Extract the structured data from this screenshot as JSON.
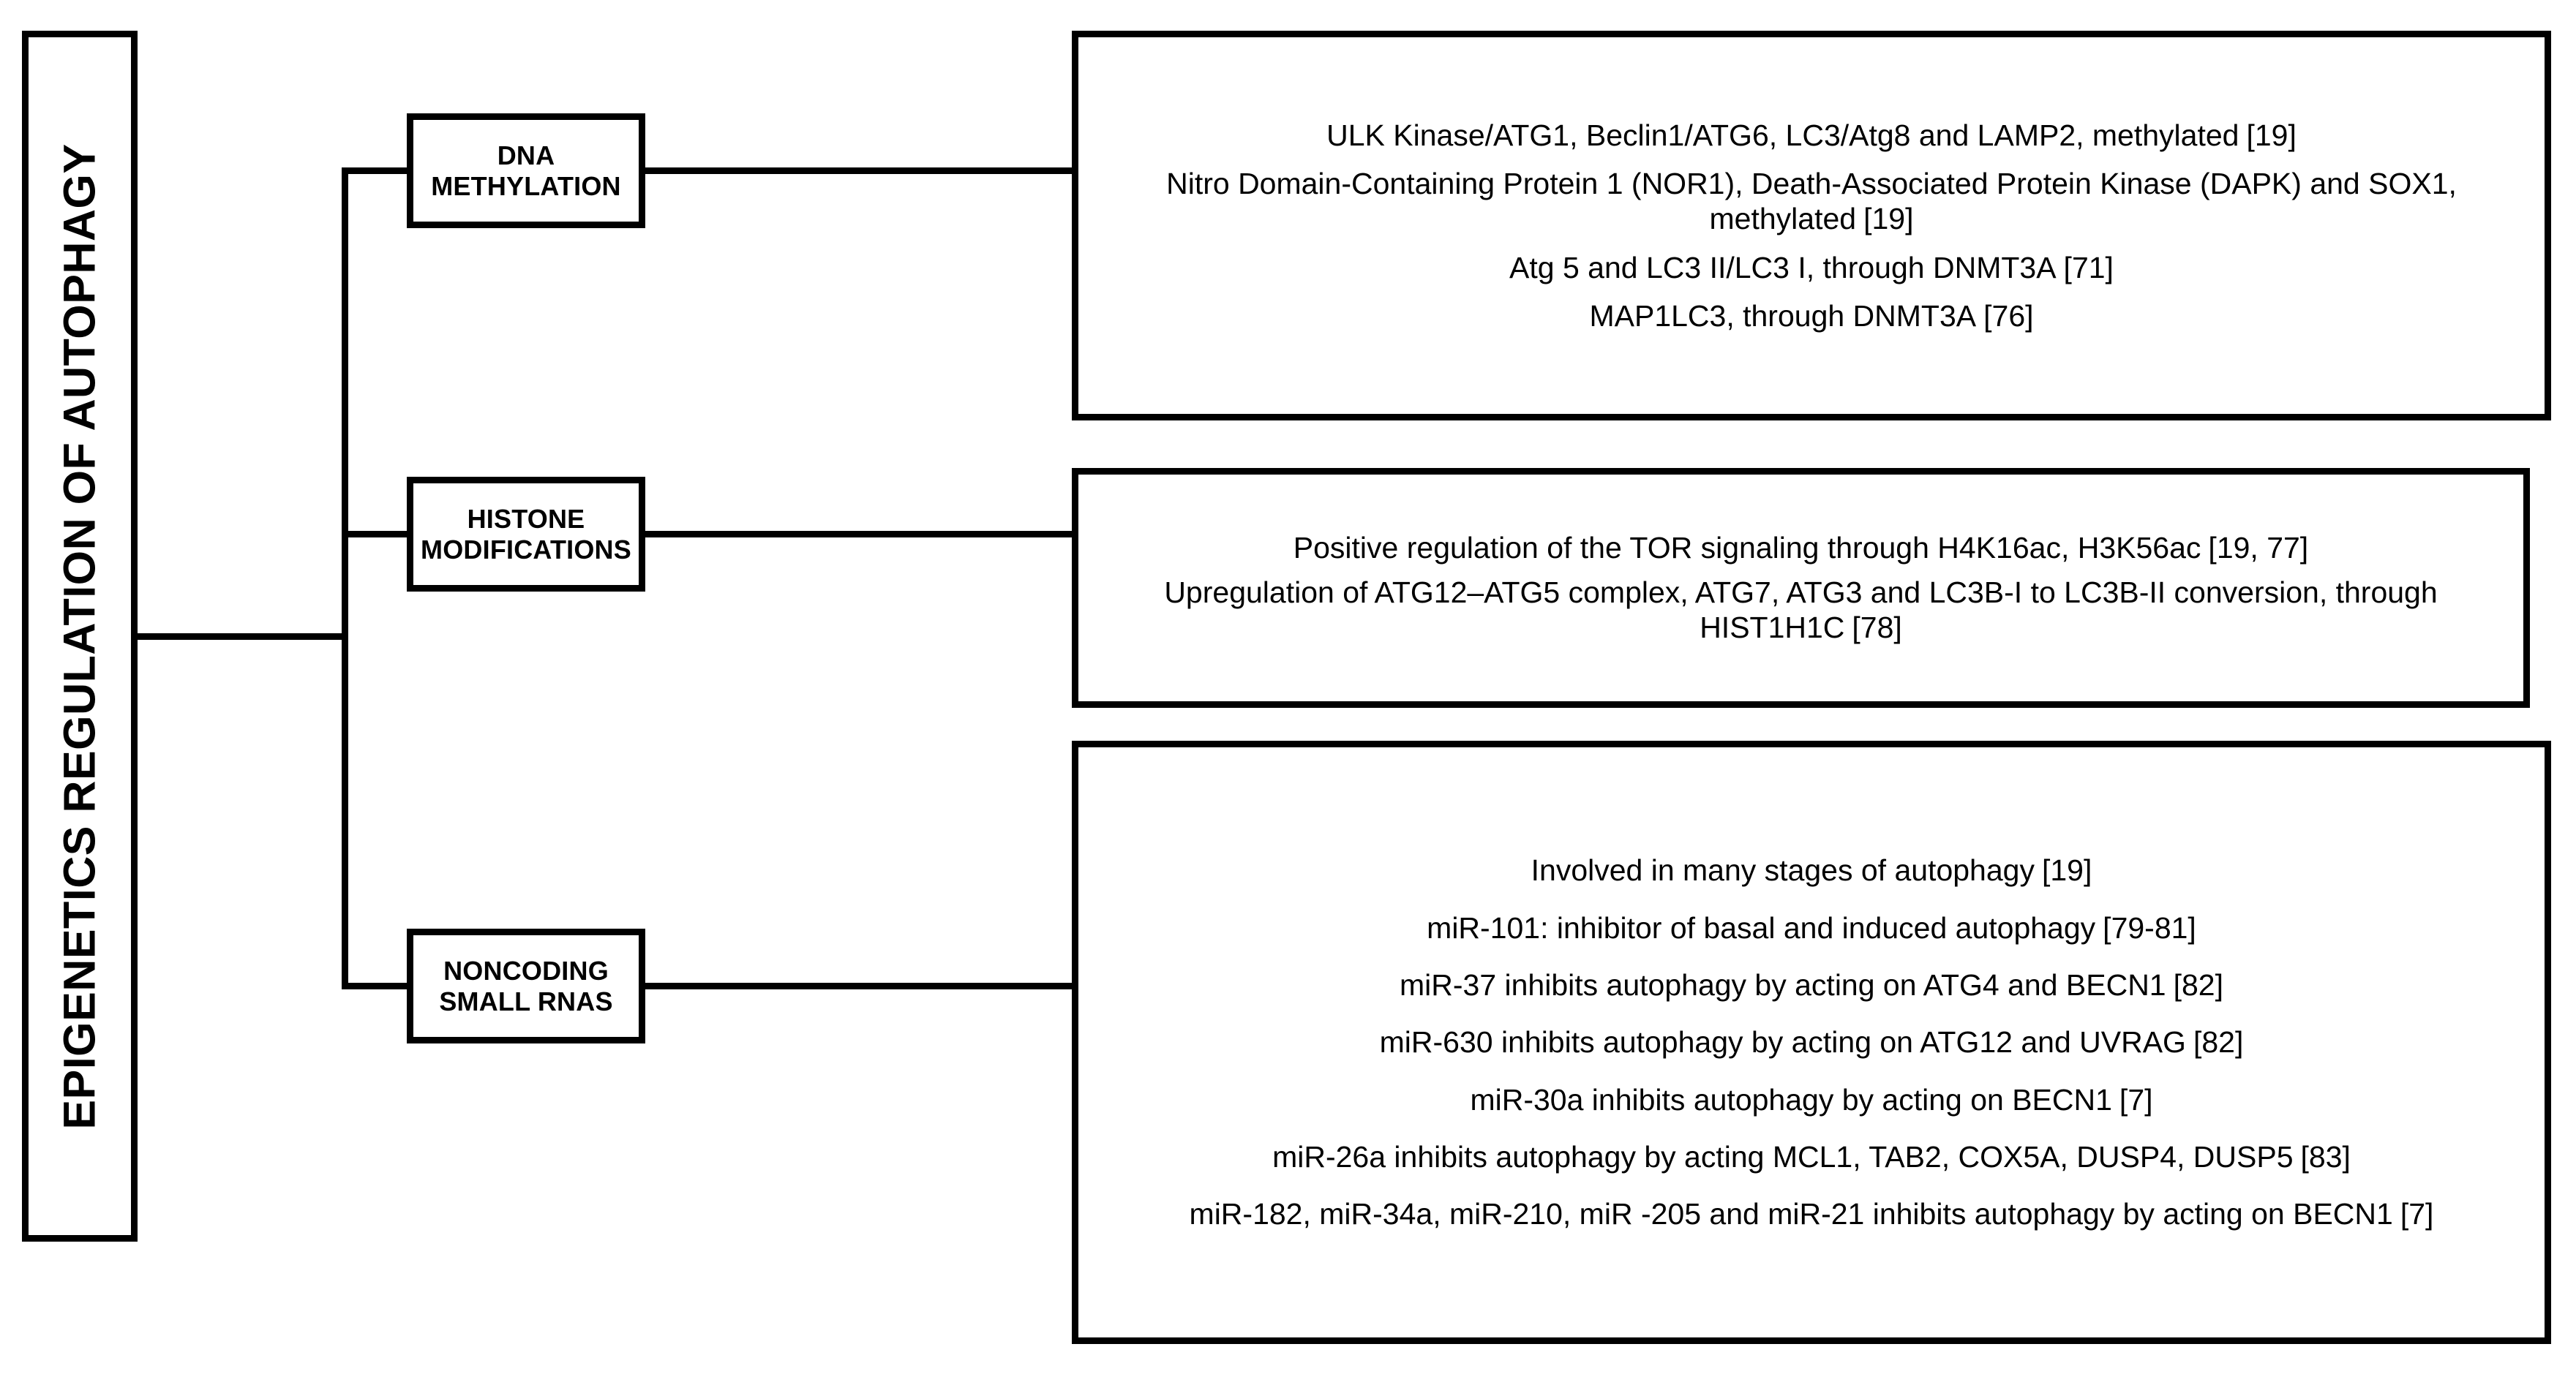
{
  "root": {
    "label": "EPIGENETICS REGULATION OF AUTOPHAGY"
  },
  "colors": {
    "background": "#ffffff",
    "stroke": "#000000",
    "text": "#000000"
  },
  "categories": [
    {
      "label": "DNA METHYLATION",
      "details": [
        {
          "text": "ULK Kinase/ATG1, Beclin1/ATG6, LC3/Atg8 and LAMP2, methylated",
          "ref": "[19]"
        },
        {
          "text": "Nitro Domain-Containing Protein 1 (NOR1), Death-Associated Protein Kinase (DAPK) and SOX1, methylated",
          "ref": "[19]"
        },
        {
          "text": "Atg 5 and LC3 II/LC3 I, through DNMT3A",
          "ref": "[71]"
        },
        {
          "text": "MAP1LC3, through DNMT3A",
          "ref": "[76]"
        }
      ]
    },
    {
      "label": "HISTONE MODIFICATIONS",
      "details": [
        {
          "text": "Positive regulation of the TOR signaling through H4K16ac, H3K56ac",
          "ref": "[19, 77]"
        },
        {
          "text": "Upregulation of ATG12–ATG5 complex, ATG7, ATG3 and LC3B-I to LC3B-II conversion, through HIST1H1C",
          "ref": "[78]"
        }
      ]
    },
    {
      "label": "NONCODING SMALL RNAS",
      "details": [
        {
          "text": "Involved in many stages of autophagy",
          "ref": "[19]"
        },
        {
          "text": "miR-101: inhibitor of basal and induced autophagy",
          "ref": "[79-81]"
        },
        {
          "text": "miR-37 inhibits autophagy by acting on ATG4 and BECN1",
          "ref": "[82]"
        },
        {
          "text": "miR-630 inhibits autophagy by acting on ATG12 and UVRAG",
          "ref": "[82]"
        },
        {
          "text": "miR-30a inhibits autophagy by acting on BECN1",
          "ref": "[7]"
        },
        {
          "text": "miR-26a  inhibits autophagy by acting MCL1, TAB2, COX5A, DUSP4, DUSP5",
          "ref": "[83]"
        },
        {
          "text": "miR-182, miR-34a, miR-210, miR -205 and miR-21 inhibits autophagy by acting on BECN1",
          "ref": "[7]"
        }
      ]
    }
  ]
}
